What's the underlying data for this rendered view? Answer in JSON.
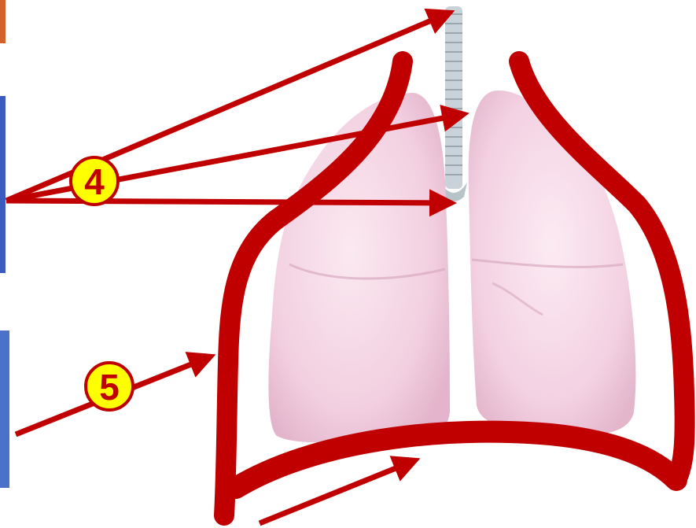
{
  "labels": {
    "marker_4": "4",
    "marker_5": "5"
  },
  "colors": {
    "outline": "#c00000",
    "marker_fill": "#ffff00",
    "marker_text": "#c00000",
    "lung_fill": "#f3d3e3",
    "lung_shadow": "#e2b5cc",
    "trachea": "#c9d2d8",
    "edge_orange": "#d2622a",
    "edge_blue": "#3b5bbf",
    "edge_blue_light": "#4a72c8"
  },
  "icons": {
    "lungs": "lungs-illustration",
    "trachea": "trachea-illustration",
    "pleura": "pleura-outline"
  }
}
